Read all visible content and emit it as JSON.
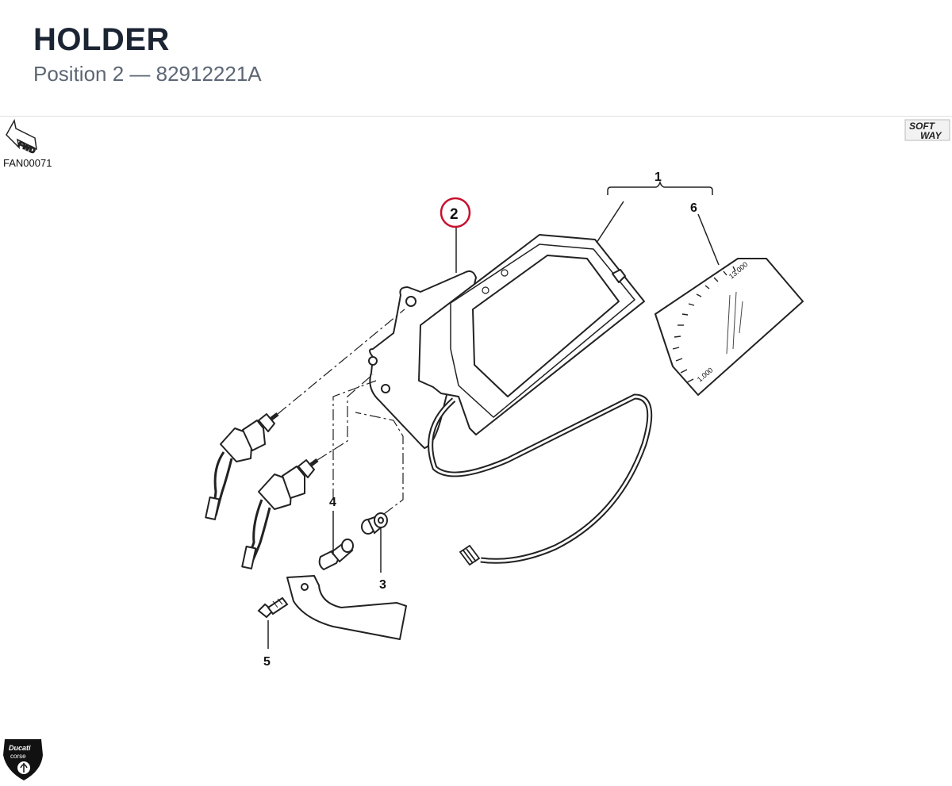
{
  "header": {
    "title": "HOLDER",
    "subtitle": "Position 2 — 82912221A"
  },
  "figure": {
    "code": "FAN00071",
    "fwd_label": "FWD",
    "softway_top": "SOFT",
    "softway_bottom": "WAY",
    "brand_top": "Ducati",
    "brand_bottom": "corse"
  },
  "callouts": {
    "c1": "1",
    "c2": "2",
    "c3": "3",
    "c4": "4",
    "c5": "5",
    "c6": "6"
  },
  "gauge": {
    "max_label": "13.000",
    "min_label": "1.000"
  },
  "colors": {
    "highlight_ring": "#c8102e",
    "title": "#1b2433",
    "subtitle": "#5d6674"
  }
}
